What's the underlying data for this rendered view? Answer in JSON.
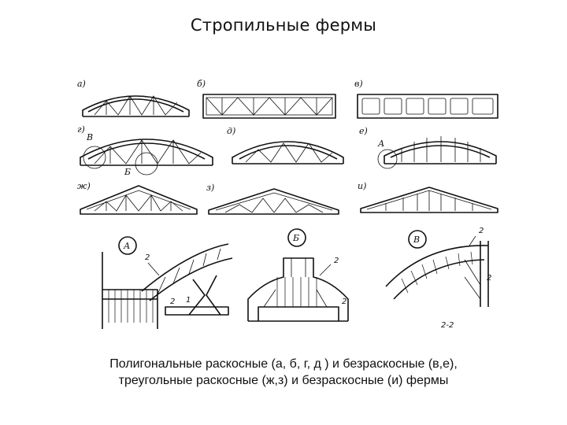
{
  "title": "Стропильные фермы",
  "labels": {
    "a": "а)",
    "b": "б)",
    "v": "в)",
    "g": "г)",
    "d": "д)",
    "e": "е)",
    "zh": "ж)",
    "z": "з)",
    "i": "и)",
    "node_A": "А",
    "node_B": "Б",
    "node_B2": "В",
    "callout_A": "А",
    "callout_B": "Б",
    "callout_V": "В",
    "n2": "2",
    "n1": "1",
    "scale_text": "2-2"
  },
  "caption": {
    "line1": "Полигональные раскосные (а, б, г, д ) и безраскосные (в,е),",
    "line2": "треугольные раскосные (ж,з) и безраскосные (и) фермы"
  }
}
